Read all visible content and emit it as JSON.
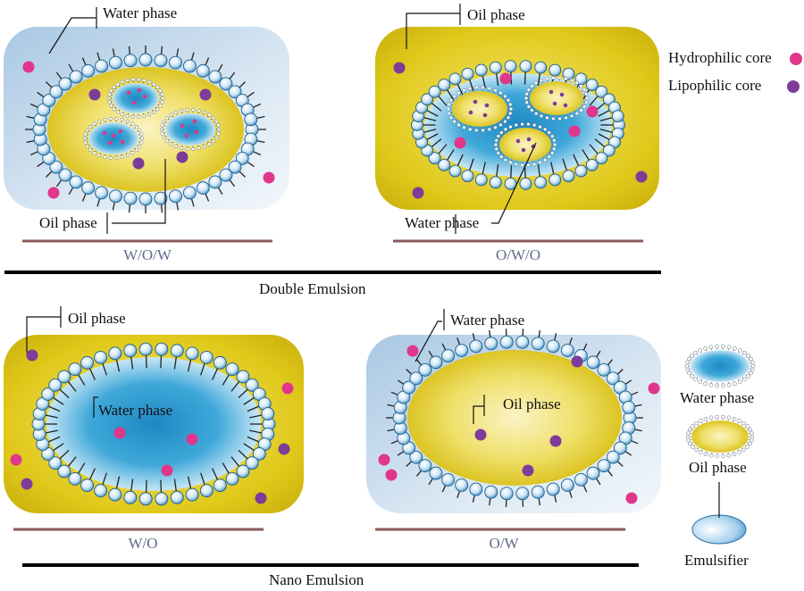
{
  "colors": {
    "oil": "#e3cf12",
    "oil_light": "#f7efb0",
    "water": "#2b9ed3",
    "water_light": "#e4f2fb",
    "water_bg": "#c5dbec",
    "hydrophilic": "#e0368c",
    "lipophilic": "#7d3c98",
    "base_line": "#8b5a5a",
    "tail": "#222222"
  },
  "panels": {
    "wow": {
      "caption": "W/O/W",
      "outer_label": "Water phase",
      "inner_label": "Oil phase"
    },
    "owo": {
      "caption": "O/W/O",
      "outer_label": "Oil phase",
      "inner_label": "Water phase"
    },
    "wo": {
      "caption": "W/O",
      "outer_label": "Oil phase",
      "inner_label": "Water phase"
    },
    "ow": {
      "caption": "O/W",
      "outer_label": "Water phase",
      "inner_label": "Oil phase"
    }
  },
  "section_titles": {
    "double": "Double Emulsion",
    "nano": "Nano Emulsion"
  },
  "legend": {
    "hydrophilic_core": "Hydrophilic core",
    "lipophilic_core": "Lipophilic core",
    "water_phase": "Water phase",
    "oil_phase": "Oil phase",
    "emulsifier": "Emulsifier"
  }
}
